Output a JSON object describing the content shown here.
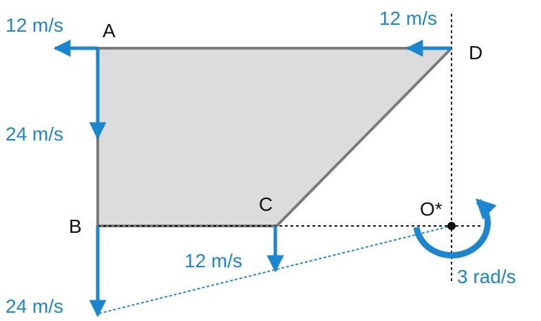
{
  "colors": {
    "velocity": "#1b86d0",
    "body_fill": "#dcdcdc",
    "body_edge": "#7a7a7a",
    "construction": "#111111",
    "point": "#111111"
  },
  "points": {
    "A": "A",
    "B": "B",
    "C": "C",
    "D": "D",
    "O": "O*"
  },
  "velocities": {
    "A_horizontal": "12 m/s",
    "A_vertical": "24 m/s",
    "B": "24 m/s",
    "C": "12 m/s",
    "D": "12 m/s"
  },
  "angular_velocity": "3 rad/s"
}
